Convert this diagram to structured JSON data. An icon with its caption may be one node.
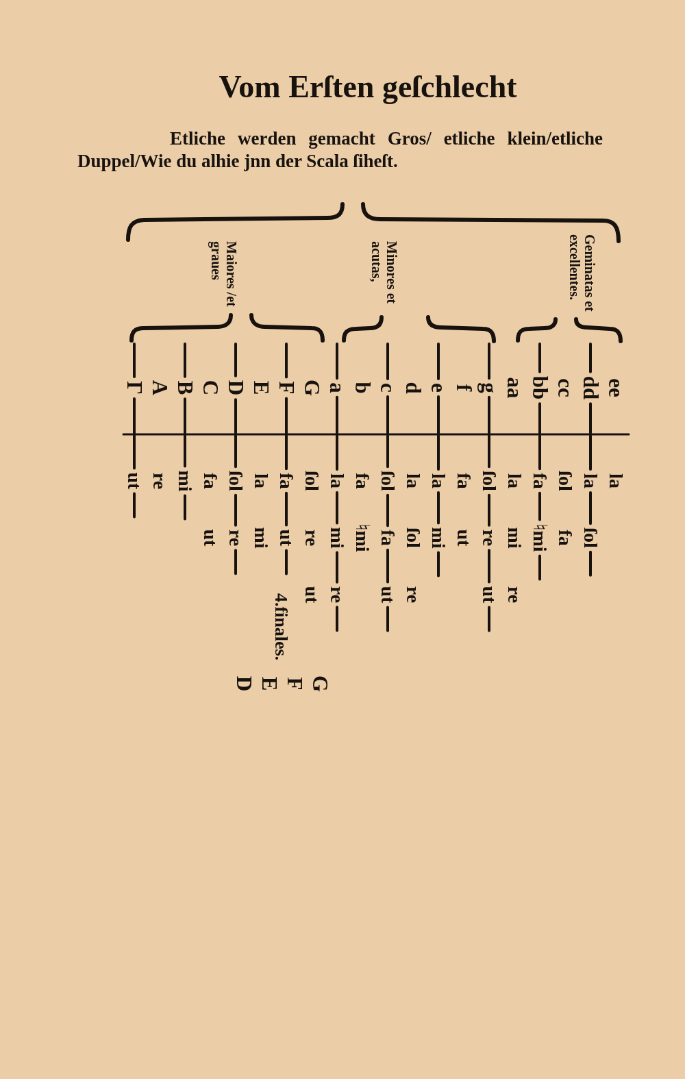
{
  "diagram": {
    "title": "Vom Erſten geſchlecht",
    "labels": [
      "Etliche werden gemacht Gros/ etliche klein/etliche Duppel/Wie du alhie jnn der Scala ſiheſt.",
      "Maiores /et graues",
      "Minores et acutas,",
      "Geminatas et excellentes.",
      "Γ",
      "ut",
      "A",
      "re",
      "B",
      "mi",
      "C",
      "fa",
      "ut",
      "D",
      "ſol",
      "re",
      "E",
      "la",
      "mi",
      "F",
      "fa",
      "ut",
      "G",
      "ſol",
      "re",
      "ut",
      "a",
      "la",
      "mi",
      "re",
      "b",
      "fa",
      "♮mi",
      "c",
      "ſol",
      "fa",
      "ut",
      "d",
      "la",
      "ſol",
      "re",
      "e",
      "la",
      "mi",
      "f",
      "fa",
      "ut",
      "g",
      "ſol",
      "re",
      "ut",
      "aa",
      "la",
      "mi",
      "re",
      "bb",
      "fa",
      "♮mi",
      "cc",
      "ſol",
      "fa",
      "dd",
      "la",
      "ſol",
      "ee",
      "la",
      "4.finales.",
      "D",
      "E",
      "F",
      "G"
    ]
  }
}
